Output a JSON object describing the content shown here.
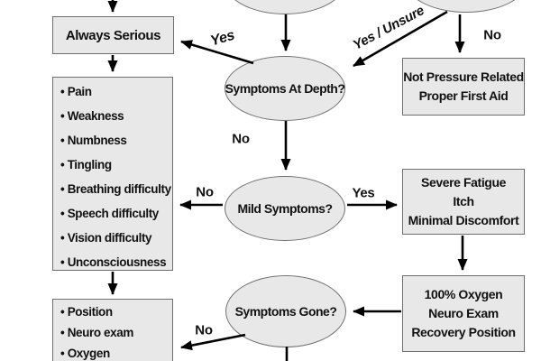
{
  "diagram": {
    "nodes": {
      "always_serious": "Always Serious",
      "symptoms_at_depth": "Symptoms At Depth?",
      "mild_symptoms": "Mild Symptoms?",
      "symptoms_gone": "Symptoms Gone?",
      "serious_symptoms_list": [
        "Pain",
        "Weakness",
        "Numbness",
        "Tingling",
        "Breathing difficulty",
        "Speech difficulty",
        "Vision difficulty",
        "Unconsciousness"
      ],
      "first_aid_list": [
        "Position",
        "Neuro exam",
        "Oxygen"
      ],
      "not_pressure_related": [
        "Not Pressure Related",
        "Proper First Aid"
      ],
      "severe_fatigue": [
        "Severe Fatigue",
        "Itch",
        "Minimal Discomfort"
      ],
      "oxygen_neuro": [
        "100% Oxygen",
        "Neuro Exam",
        "Recovery Position"
      ]
    },
    "edge_labels": {
      "yes_to_always_serious": "Yes",
      "yes_unsure_to_depth": "Yes / Unsure",
      "no_to_not_pressure": "No",
      "no_depth_to_mild": "No",
      "no_mild_to_list": "No",
      "yes_mild_to_fatigue": "Yes",
      "no_gone_to_first_aid": "No"
    },
    "colors": {
      "node_fill": "#e8e8e8",
      "node_border": "#6f6f6f",
      "arrow": "#000000",
      "text": "#111111",
      "background": "#ffffff"
    }
  }
}
